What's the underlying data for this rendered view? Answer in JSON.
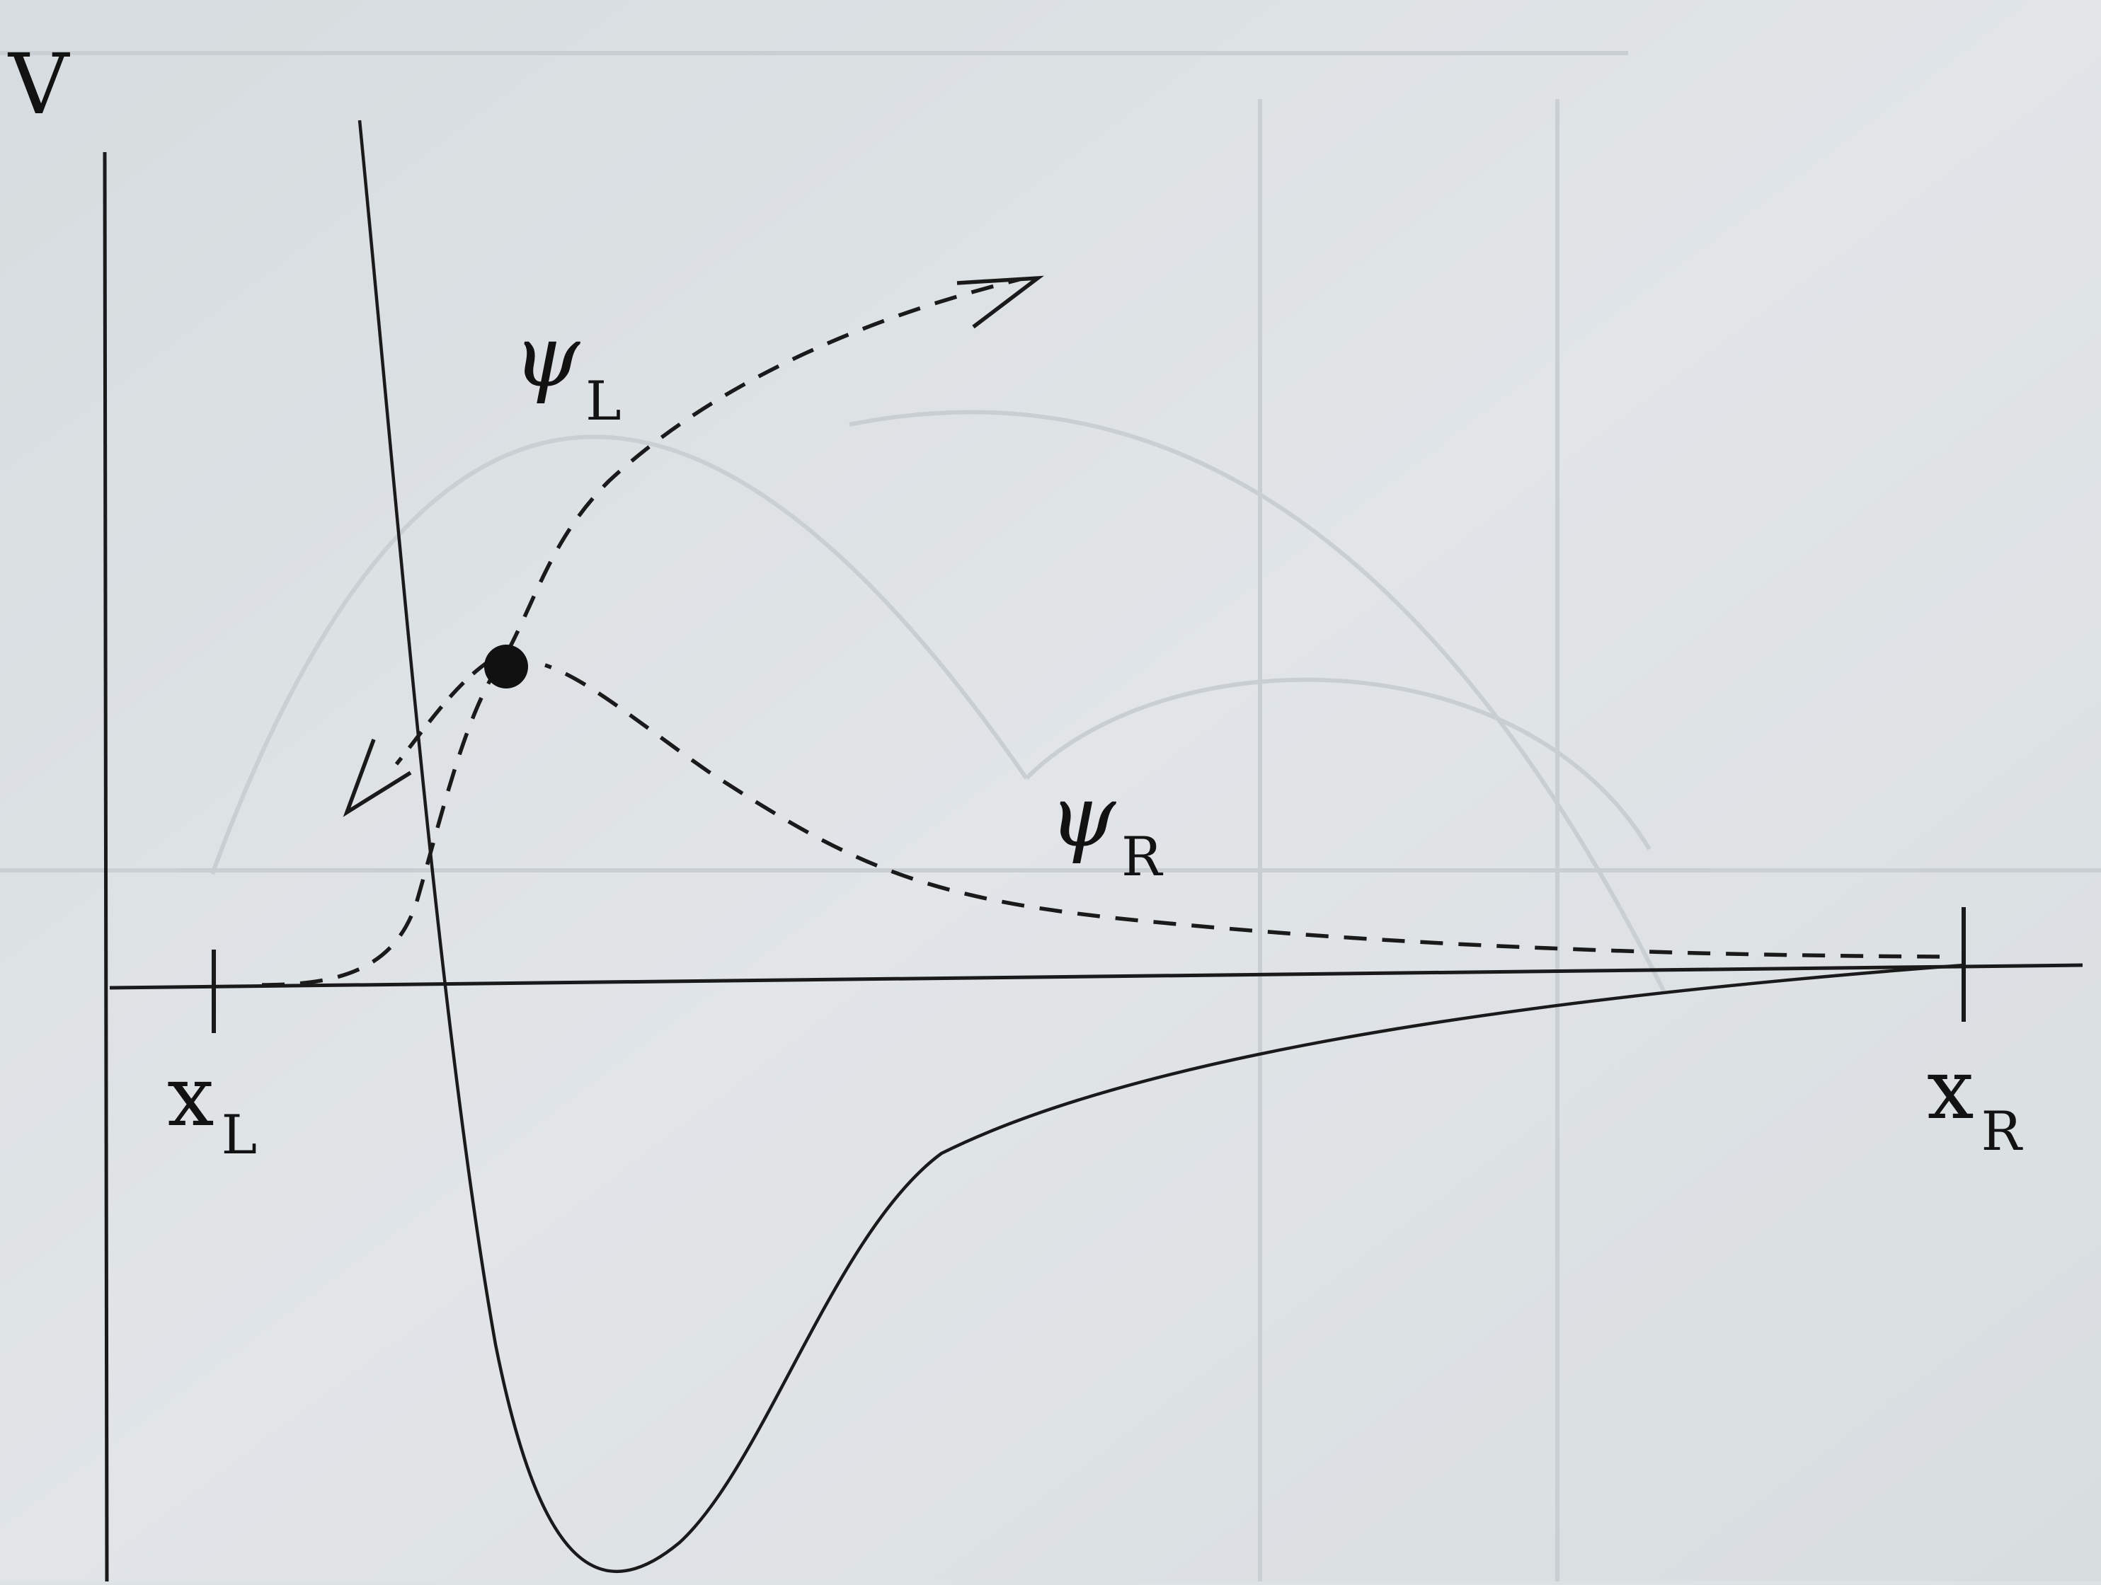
{
  "diagram": {
    "axis_label_v": "V",
    "psi_left": {
      "symbol": "ψ",
      "subscript": "L"
    },
    "psi_right": {
      "symbol": "ψ",
      "subscript": "R"
    },
    "boundary_left": {
      "symbol": "x",
      "subscript": "L"
    },
    "boundary_right": {
      "symbol": "x",
      "subscript": "R"
    },
    "colors": {
      "paper": "#dde2e5",
      "ink": "#121212"
    }
  }
}
